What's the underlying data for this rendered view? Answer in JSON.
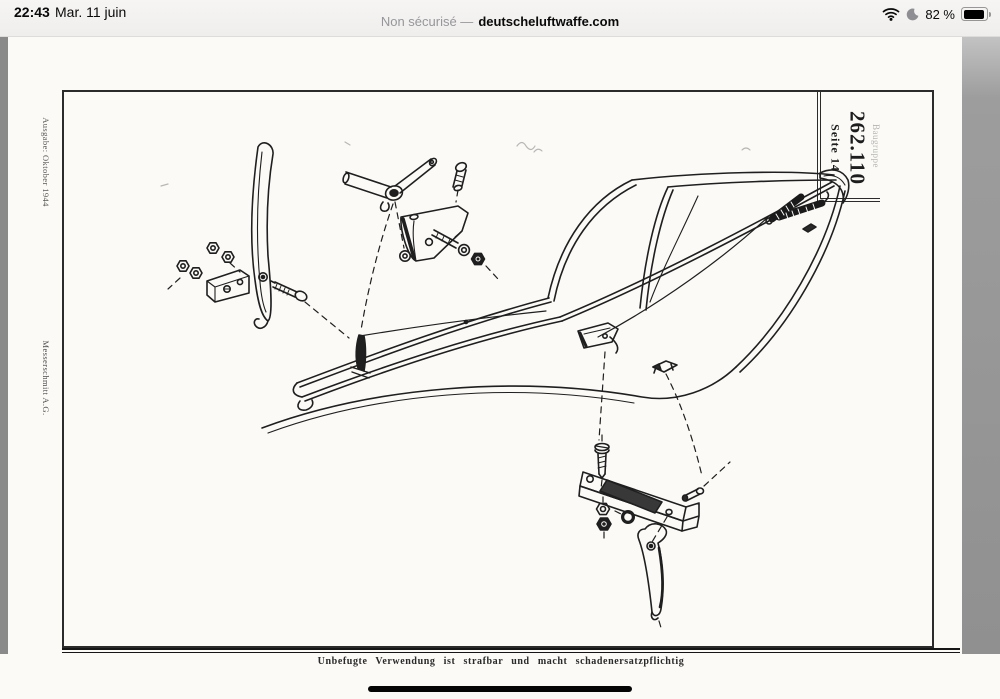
{
  "status_bar": {
    "time": "22:43",
    "date": "Mar. 11 juin",
    "security_label": "Non sécurisé —",
    "domain": "deutscheluftwaffe.com",
    "battery_percent": "82 %",
    "icons": {
      "wifi": "wifi-icon",
      "focus": "moon-icon",
      "battery": "battery-icon"
    }
  },
  "document": {
    "left_margin": {
      "edition": "Ausgabe: Oktober 1944",
      "manufacturer": "Messerschmitt A.G."
    },
    "title_block": {
      "group_label": "Baugruppe",
      "part_number": "262.110",
      "page_label": "Seite 14"
    },
    "footer_notice": "Unbefugte Verwendung ist strafbar und macht schadenersatzpflichtig",
    "drawing_subject": "canopy-frame-exploded-view"
  },
  "colors": {
    "status_text": "#0a0a0a",
    "status_secondary": "#96969b",
    "scan_line": "#1f1f1f",
    "gutter_gray": "#8a8a8a"
  }
}
